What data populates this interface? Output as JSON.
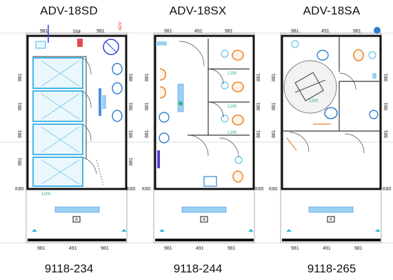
{
  "plans": [
    {
      "title": "ADV-18SD",
      "code": "9118-234"
    },
    {
      "title": "ADV-18SX",
      "code": "9118-244"
    },
    {
      "title": "ADV-18SA",
      "code": "9118-265"
    }
  ],
  "dims": {
    "top_outer": "981",
    "top_mid": "491",
    "bottom_outer": "981",
    "bottom_mid": "491",
    "side": "881",
    "k": "K60",
    "w1200": "1200"
  },
  "colors": {
    "wall": "#111111",
    "shower": "#45b6e6",
    "fixture": "#2f7fd0",
    "orange": "#e8872a",
    "green": "#2bb36b",
    "red": "#e21b1b",
    "purple": "#5a3bd6"
  }
}
